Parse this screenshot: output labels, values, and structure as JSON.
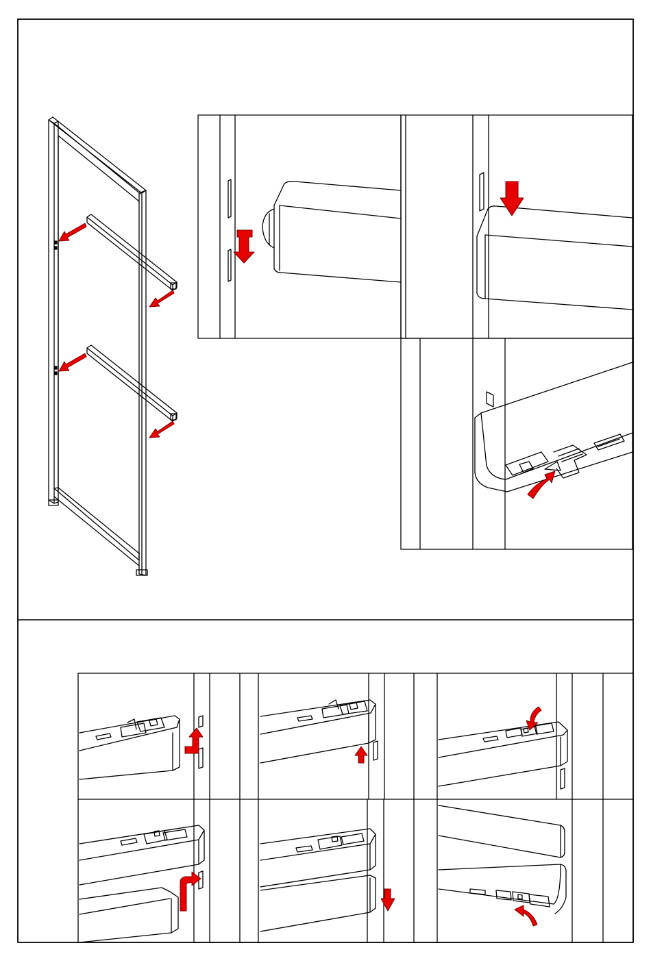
{
  "document": {
    "kind": "assembly-instruction-sheet",
    "sections": [
      {
        "id": "section-1",
        "title": "",
        "panels": [
          {
            "id": "overview",
            "icon": "frame-with-crossbars"
          },
          {
            "id": "detail-insert-down",
            "icon": "arrow-down"
          },
          {
            "id": "detail-press-down",
            "icon": "arrow-down"
          },
          {
            "id": "detail-lock-clip",
            "icon": "curved-arrow"
          }
        ]
      },
      {
        "id": "section-2",
        "title": "",
        "panels": [
          {
            "id": "step-1",
            "icon": "arrow-up-hook"
          },
          {
            "id": "step-2",
            "icon": "arrow-up"
          },
          {
            "id": "step-3",
            "icon": "curved-arrow"
          },
          {
            "id": "step-4",
            "icon": "arrow-up-hook"
          },
          {
            "id": "step-5",
            "icon": "arrow-down"
          },
          {
            "id": "step-6",
            "icon": "curved-arrow"
          }
        ]
      }
    ]
  },
  "colors": {
    "line": "#000000",
    "arrow_fill": "#e60000",
    "arrow_dark": "#7a0000",
    "background": "#ffffff"
  }
}
